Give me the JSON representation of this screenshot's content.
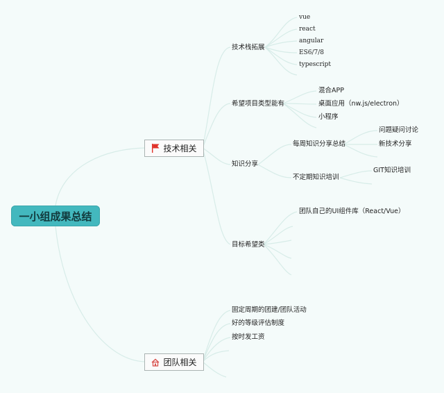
{
  "root": {
    "label": "一小组成果总结"
  },
  "branches": {
    "tech": {
      "label": "技术相关",
      "icon": "red-flag-icon",
      "groups": {
        "stack": {
          "label": "技术栈拓展",
          "items": [
            "vue",
            "react",
            "angular",
            "ES6/7/8",
            "typescript"
          ]
        },
        "projects": {
          "label": "希望项目类型能有",
          "items": [
            "混合APP",
            "桌面应用（nw.js/electron）",
            "小程序"
          ]
        },
        "sharing": {
          "label": "知识分享",
          "weekly": {
            "label": "每周知识分享总结",
            "items": [
              "问题疑问讨论",
              "新技术分享"
            ]
          },
          "irregular": {
            "label": "不定期知识培训",
            "items": [
              "GIT知识培训"
            ]
          }
        },
        "goals": {
          "label": "目标希望类",
          "items": [
            "团队自己的UI组件库（React/Vue）"
          ]
        }
      }
    },
    "team": {
      "label": "团队相关",
      "icon": "house-icon",
      "items": [
        "固定周期的团建/团队活动",
        "好的等级评估制度",
        "按时发工资"
      ]
    }
  },
  "colors": {
    "background": "#f4fbfa",
    "root_fill": "#43b8be",
    "connector": "#d7ece8",
    "flag": "#e0322a",
    "house": "#d9534f"
  }
}
